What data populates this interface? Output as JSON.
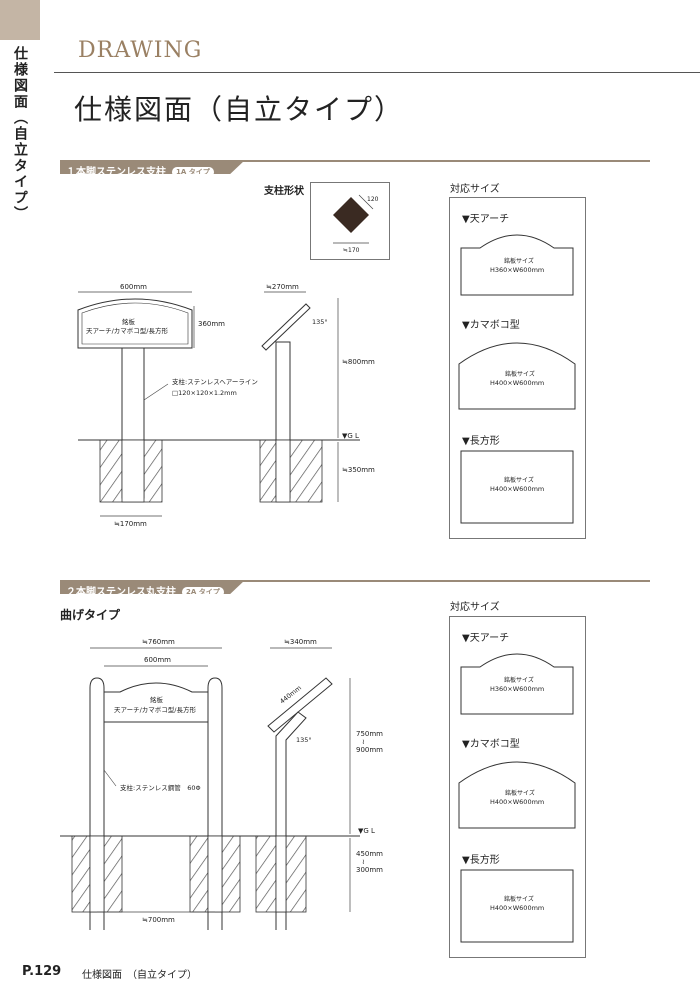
{
  "side_label": "仕様図面（自立タイプ）",
  "header": {
    "label": "DRAWING",
    "title": "仕様図面（自立タイプ）"
  },
  "section1": {
    "title": "１本脚ステンレス支柱",
    "tag": "1A タイプ",
    "post_shape_label": "支柱形状",
    "post_shape_dims": {
      "side": "120",
      "diag": "≒170"
    },
    "front": {
      "width": "600mm",
      "height": "360mm",
      "plate_title": "銘板",
      "plate_types": "天アーチ/カマボコ型/長方形",
      "post_label_1": "支柱:ステンレスヘアーライン",
      "post_label_2": "□120×120×1.2mm",
      "foundation_width": "≒170mm"
    },
    "side": {
      "depth": "≒270mm",
      "angle": "135°",
      "height_above": "≒800mm",
      "ground": "▼G L",
      "height_below": "≒350mm"
    },
    "sizes": {
      "title": "対応サイズ",
      "items": [
        {
          "name": "▼天アーチ",
          "plate": "銘板サイズ",
          "size": "H360×W600mm"
        },
        {
          "name": "▼カマボコ型",
          "plate": "銘板サイズ",
          "size": "H400×W600mm"
        },
        {
          "name": "▼長方形",
          "plate": "銘板サイズ",
          "size": "H400×W600mm"
        }
      ]
    }
  },
  "section2": {
    "title": "２本脚ステンレス丸支柱",
    "tag": "2A タイプ",
    "subtitle": "曲げタイプ",
    "front": {
      "total_width": "≒760mm",
      "plate_width": "600mm",
      "plate_title": "銘板",
      "plate_types": "天アーチ/カマボコ型/長方形",
      "post_label": "支柱:ステンレス鋼管　60Φ",
      "foundation_width": "≒700mm"
    },
    "side": {
      "depth": "≒340mm",
      "plate_len": "440mm",
      "angle": "135°",
      "height_above_1": "750mm",
      "height_above_sep": "≀",
      "height_above_2": "900mm",
      "ground": "▼G L",
      "height_below_1": "450mm",
      "height_below_sep": "≀",
      "height_below_2": "300mm"
    },
    "sizes": {
      "title": "対応サイズ",
      "items": [
        {
          "name": "▼天アーチ",
          "plate": "銘板サイズ",
          "size": "H360×W600mm"
        },
        {
          "name": "▼カマボコ型",
          "plate": "銘板サイズ",
          "size": "H400×W600mm"
        },
        {
          "name": "▼長方形",
          "plate": "銘板サイズ",
          "size": "H400×W600mm"
        }
      ]
    }
  },
  "footer": {
    "page": "P.129",
    "title": "仕様図面　（自立タイプ）"
  }
}
